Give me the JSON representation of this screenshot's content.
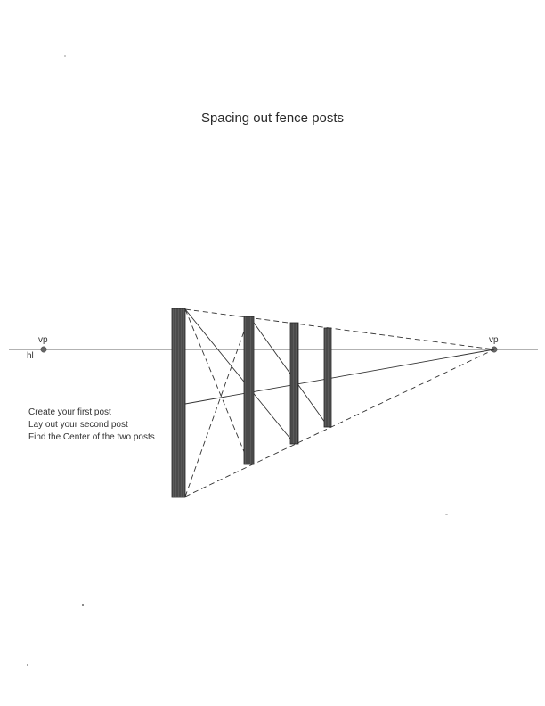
{
  "document": {
    "title": "Spacing out fence posts"
  },
  "diagram": {
    "labels": {
      "vp_left": "vp",
      "vp_right": "vp",
      "horizon": "hl"
    },
    "instructions": [
      "Create your first post",
      "Lay out your second post",
      "Find the Center of the two posts"
    ],
    "colors": {
      "post_fill": "#555555",
      "line": "#333333",
      "vanishing_point": "#666666"
    }
  }
}
